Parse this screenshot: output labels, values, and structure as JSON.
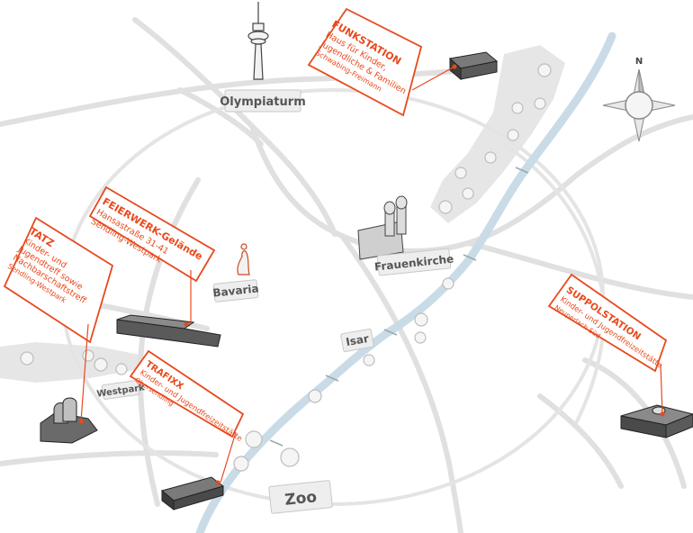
{
  "map": {
    "landmarks": {
      "olympiaturm": "Olympiaturm",
      "bavaria": "Bavaria",
      "frauenkirche": "Frauenkirche",
      "isar": "Isar",
      "westpark": "Westpark",
      "zoo": "Zoo"
    },
    "compass": {
      "north": "N"
    },
    "callouts": {
      "funkstation": {
        "title": "FUNKSTATION",
        "lines": [
          "Haus für Kinder,",
          "Jugendliche & Familien"
        ],
        "district": "Schwabing-Freimann"
      },
      "feierwerk": {
        "title": "FEIERWERK-Gelände",
        "lines": [
          "Hansastraße 31-41"
        ],
        "district": "Sendling-Westpark"
      },
      "tatz": {
        "title": "TATZ",
        "lines": [
          "Kinder- und",
          "Jugendtreff sowie",
          "Nachbarschaftstreff"
        ],
        "district": "Sendling-Westpark"
      },
      "trafixx": {
        "title": "TRAFIXX",
        "lines": [
          "Kinder- und Jugendfreizeitstätte"
        ],
        "district": "Obersendling"
      },
      "suppolstation": {
        "title": "SUPPOLSTATION",
        "lines": [
          "Kinder- und Jugendfreizeitstätte"
        ],
        "district": "Neuperlach Süd"
      }
    },
    "colors": {
      "accent": "#e8491d",
      "river": "#c9dbe6",
      "streets": "#dedede",
      "parks": "#e4e4e4",
      "buildings": "#5a5a5a"
    }
  }
}
